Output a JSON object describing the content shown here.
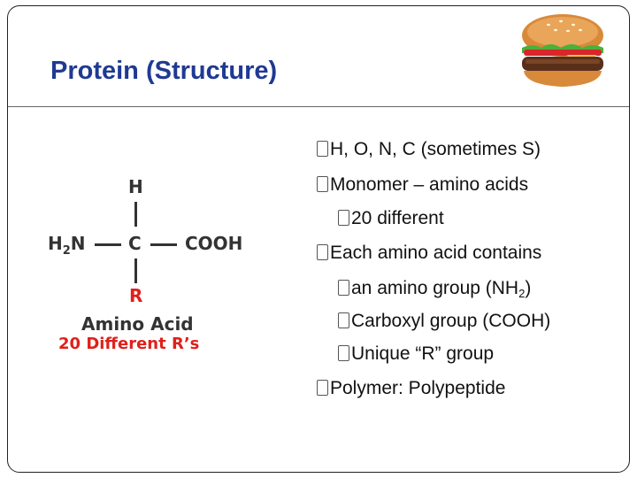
{
  "slide": {
    "title": "Protein (Structure)"
  },
  "diagram": {
    "atom_h": "H",
    "atom_h2n": "H",
    "atom_h2n_sub": "2",
    "atom_h2n_n": "N",
    "atom_c": "C",
    "group_cooh": "COOH",
    "atom_r": "R",
    "caption": "Amino Acid",
    "subcaption": "20 Different R’s",
    "r_color": "#e0201b"
  },
  "bullets": [
    {
      "text": "H, O, N, C (sometimes S)",
      "level": 1
    },
    {
      "text": "Monomer – amino acids",
      "level": 1
    },
    {
      "text": "20 different",
      "level": 2
    },
    {
      "text": "Each amino acid contains",
      "level": 1
    },
    {
      "text": "an amino group (NH",
      "sub": "2",
      "tail": ")",
      "level": 2
    },
    {
      "text": "Carboxyl group (COOH)",
      "level": 2
    },
    {
      "text": "Unique “R” group",
      "level": 2
    },
    {
      "text": "Polymer:  Polypeptide",
      "level": 1
    }
  ],
  "colors": {
    "title": "#1f3a93",
    "accent_red": "#e0201b"
  },
  "icons": {
    "bullet": "bullet-glyph-icon",
    "image": "hamburger-icon"
  }
}
